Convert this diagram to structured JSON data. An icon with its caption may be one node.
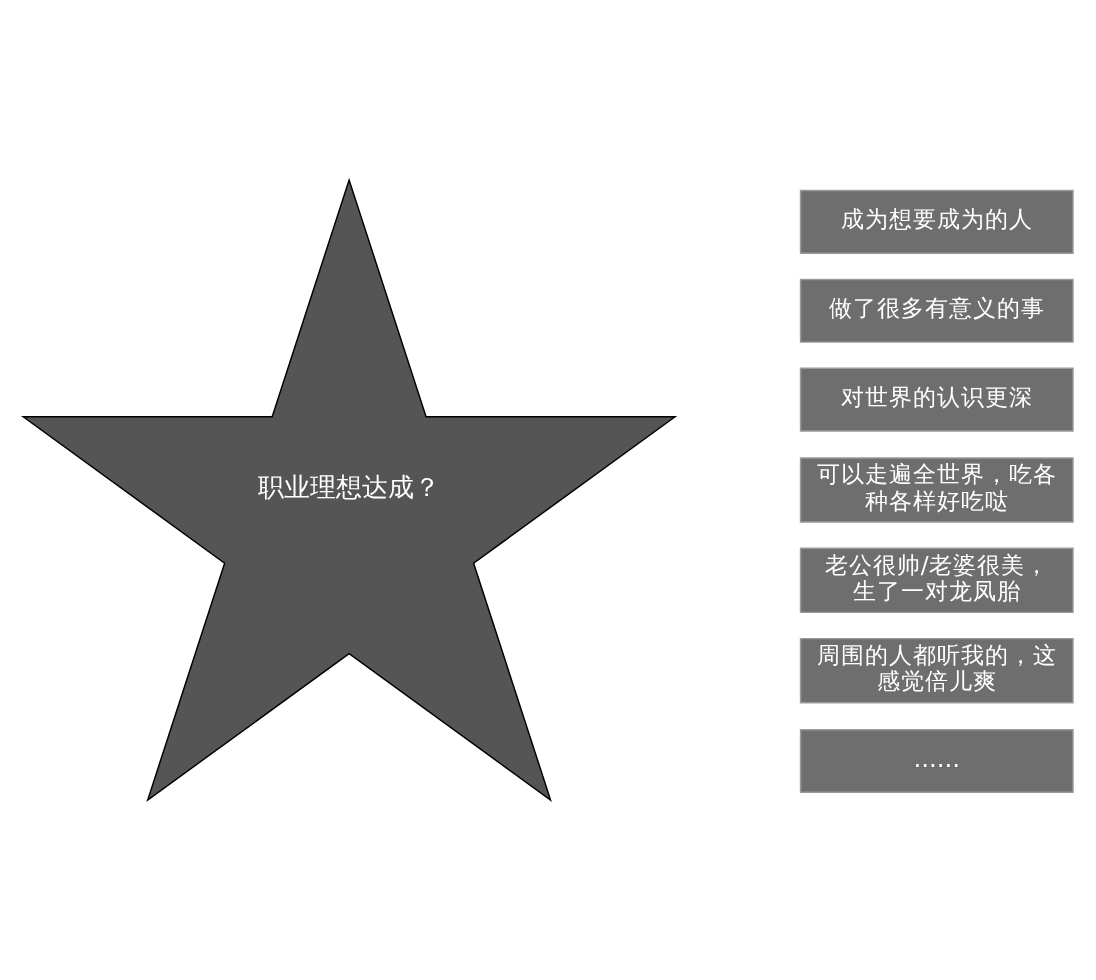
{
  "diagram": {
    "nodes": [
      {
        "text": [
          "职业理想达成？"
        ]
      },
      {
        "text": [
          "成为想要成为的人"
        ]
      },
      {
        "text": [
          "做了很多有意义的事"
        ]
      },
      {
        "text": [
          "对世界的认识更深"
        ]
      },
      {
        "text": [
          "可以走遍全世界，吃各种各样好吃哒"
        ]
      },
      {
        "text": [
          "老公很帅/老婆很美，生了一对龙凤胎"
        ]
      },
      {
        "text": [
          "周围的人都听我的，这感觉倍儿爽"
        ]
      },
      {
        "text": [
          "……"
        ]
      }
    ]
  }
}
